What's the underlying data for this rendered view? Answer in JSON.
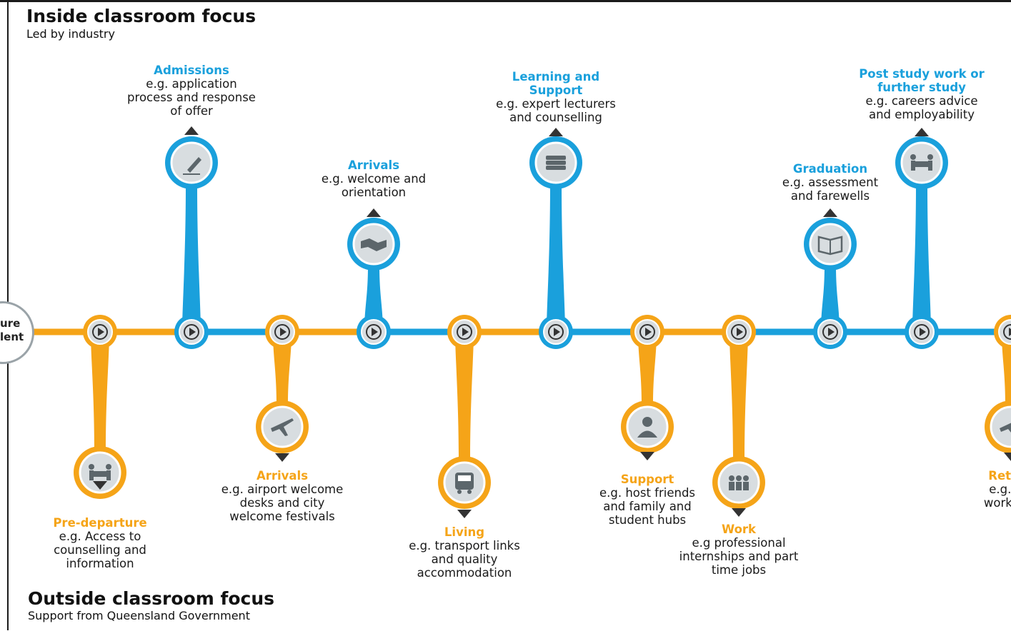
{
  "header": {
    "title": "Inside classroom focus",
    "subtitle": "Led by industry"
  },
  "footer": {
    "title": "Outside classroom focus",
    "subtitle": "Support from Queensland Government"
  },
  "start_label": "ure\nlent",
  "colors": {
    "inside": "#1aa0dc",
    "outside": "#f5a418",
    "icon_grey": "#5c666b",
    "node_bg": "#d8dde0"
  },
  "stages": [
    {
      "side": "outside",
      "title": "Pre-departure",
      "desc": "e.g. Access to\ncounselling and\ninformation",
      "icon": "meeting-icon"
    },
    {
      "side": "inside",
      "title": "Admissions",
      "desc": "e.g. application\nprocess and response\nof offer",
      "icon": "pencil-icon"
    },
    {
      "side": "outside",
      "title": "Arrivals",
      "desc": "e.g. airport welcome\ndesks and city\nwelcome festivals",
      "icon": "airplane-icon"
    },
    {
      "side": "inside",
      "title": "Arrivals",
      "desc": "e.g. welcome and\norientation",
      "icon": "handshake-icon"
    },
    {
      "side": "outside",
      "title": "Living",
      "desc": "e.g. transport links\nand quality\naccommodation",
      "icon": "bus-icon"
    },
    {
      "side": "inside",
      "title": "Learning and\nSupport",
      "desc": "e.g. expert lecturers\nand counselling",
      "icon": "books-icon"
    },
    {
      "side": "outside",
      "title": "Support",
      "desc": "e.g. host friends\nand family and\nstudent hubs",
      "icon": "person-icon"
    },
    {
      "side": "outside",
      "title": "Work",
      "desc": "e.g professional\ninternships and part\ntime jobs",
      "icon": "team-icon"
    },
    {
      "side": "inside",
      "title": "Graduation",
      "desc": "e.g. assessment\nand farewells",
      "icon": "book-icon"
    },
    {
      "side": "inside",
      "title": "Post study work or\nfurther study",
      "desc": "e.g. careers advice\nand employability",
      "icon": "meeting-icon"
    },
    {
      "side": "outside",
      "title": "Return",
      "desc": "e.g. alu\nwork opp",
      "icon": "airplane-icon"
    }
  ]
}
